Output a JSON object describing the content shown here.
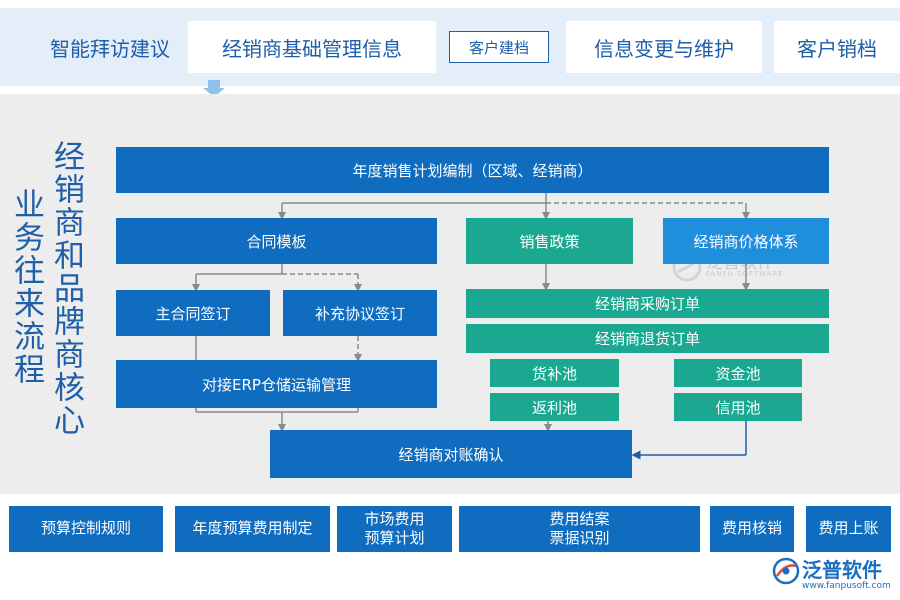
{
  "top_nav": {
    "item1": "智能拜访建议",
    "item2": "经销商基础管理信息",
    "item3": "客户建档",
    "item4": "信息变更与维护",
    "item5": "客户销档"
  },
  "side_titles": {
    "left": "业务往来流程",
    "right": "经销商和品牌商核心"
  },
  "flow": {
    "plan": "年度销售计划编制（区域、经销商）",
    "contract_template": "合同模板",
    "sales_policy": "销售政策",
    "price_system": "经销商价格体系",
    "main_contract": "主合同签订",
    "supplement": "补充协议签订",
    "erp": "对接ERP仓储运输管理",
    "purchase_order": "经销商采购订单",
    "return_order": "经销商退货订单",
    "goods_pool": "货补池",
    "rebate_pool": "返利池",
    "fund_pool": "资金池",
    "credit_pool": "信用池",
    "reconcile": "经销商对账确认"
  },
  "bottom_bar": {
    "b1": "预算控制规则",
    "b2": "年度预算费用制定",
    "b3": "市场费用\n预算计划",
    "b4": "费用结案\n票据识别",
    "b5": "费用核销",
    "b6": "费用上账"
  },
  "watermark": {
    "name": "泛普软件",
    "sub": "FANPU SOFTWARE"
  },
  "logo": {
    "name": "泛普软件",
    "url": "www.fanpusoft.com"
  },
  "colors": {
    "dark_blue": "#0f6cbf",
    "light_blue": "#1f8fdb",
    "teal": "#1aa890",
    "text_blue": "#1f5ea8",
    "connector": "#8a8a8a",
    "gray_band": "#ededed",
    "top_band": "#e3eef8"
  }
}
